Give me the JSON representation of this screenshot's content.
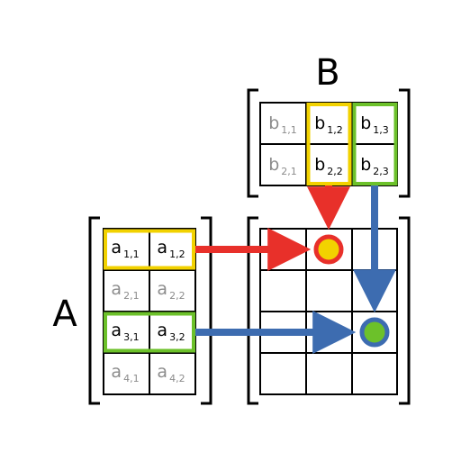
{
  "labels": {
    "A": "A",
    "B": "B"
  },
  "matrix_a": {
    "cells": [
      {
        "base": "a",
        "sub": "1,1"
      },
      {
        "base": "a",
        "sub": "1,2"
      },
      {
        "base": "a",
        "sub": "2,1"
      },
      {
        "base": "a",
        "sub": "2,2"
      },
      {
        "base": "a",
        "sub": "3,1"
      },
      {
        "base": "a",
        "sub": "3,2"
      },
      {
        "base": "a",
        "sub": "4,1"
      },
      {
        "base": "a",
        "sub": "4,2"
      }
    ]
  },
  "matrix_b": {
    "cells": [
      {
        "base": "b",
        "sub": "1,1"
      },
      {
        "base": "b",
        "sub": "1,2"
      },
      {
        "base": "b",
        "sub": "1,3"
      },
      {
        "base": "b",
        "sub": "2,1"
      },
      {
        "base": "b",
        "sub": "2,2"
      },
      {
        "base": "b",
        "sub": "2,3"
      }
    ]
  },
  "colors": {
    "yellow": "#f2d200",
    "green": "#6cc12a",
    "red": "#e8302a",
    "blue": "#3d6cb0",
    "active_text": "#000000",
    "inactive_text": "#8c8c8c",
    "grid": "#000000"
  }
}
